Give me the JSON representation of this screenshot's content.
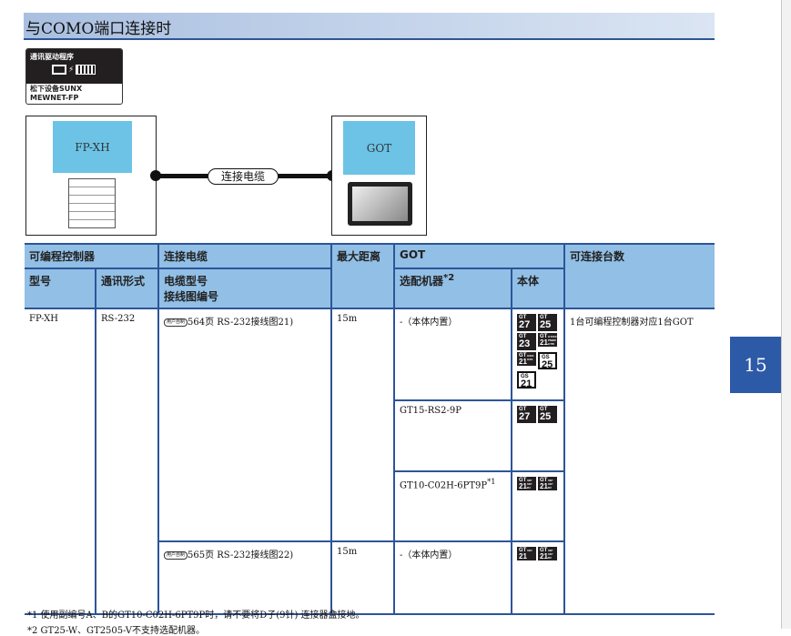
{
  "title": "与COMO端口连接时",
  "driver": {
    "header": "通讯驱动程序",
    "line1": "松下设备SUNX",
    "line2": "MEWNET-FP"
  },
  "diagram": {
    "plc": "FP-XH",
    "got": "GOT",
    "cable": "连接电缆"
  },
  "table": {
    "h_plc": "可编程控制器",
    "h_cable": "连接电缆",
    "h_dist": "最大距离",
    "h_got": "GOT",
    "h_count": "可连接台数",
    "h_model": "型号",
    "h_comm": "通讯形式",
    "h_cable_model": "电缆型号",
    "h_wiring": "接线图编号",
    "h_option": "选配机器",
    "h_option_sup": "*2",
    "h_body": "本体",
    "ref_icon": "用户自制",
    "model": "FP-XH",
    "comm": "RS-232",
    "count": "1台可编程控制器对应1台GOT",
    "rows": [
      {
        "cable": "564页 RS-232接线图21)",
        "dist": "15m",
        "opts": [
          {
            "option": "-（本体内置）",
            "icons": [
              [
                "GT",
                "27"
              ],
              [
                "GT",
                "25"
              ],
              [
                "GT",
                "23"
              ],
              [
                "GT",
                "21",
                "GT2104-PMBD GTW"
              ],
              [
                "GT",
                "21",
                "GS21 GSS"
              ],
              [
                "GS",
                "25"
              ],
              [
                "GS",
                "21"
              ]
            ]
          },
          {
            "option": "GT15-RS2-9P",
            "icons": [
              [
                "GT",
                "27"
              ],
              [
                "GT",
                "25"
              ]
            ]
          },
          {
            "option": "GT10-C02H-6PT9P",
            "sup": "*1",
            "icons": [
              [
                "GT",
                "21",
                "03P 04P R4"
              ],
              [
                "GT",
                "21",
                "03P 04P R2"
              ]
            ]
          }
        ]
      },
      {
        "cable": "565页 RS-232接线图22)",
        "dist": "15m",
        "opts": [
          {
            "option": "-（本体内置）",
            "icons": [
              [
                "GT",
                "21",
                "04R"
              ],
              [
                "GT",
                "21",
                "03P 04P R2"
              ]
            ]
          }
        ]
      }
    ]
  },
  "footnotes": [
    "*1  使用副编号A、B的GT10-C02H-6PT9P时，请不要将D子(9针) 连接器盒接地。",
    "*2  GT25-W、GT2505-V不支持选配机器。"
  ],
  "chapter": "15"
}
